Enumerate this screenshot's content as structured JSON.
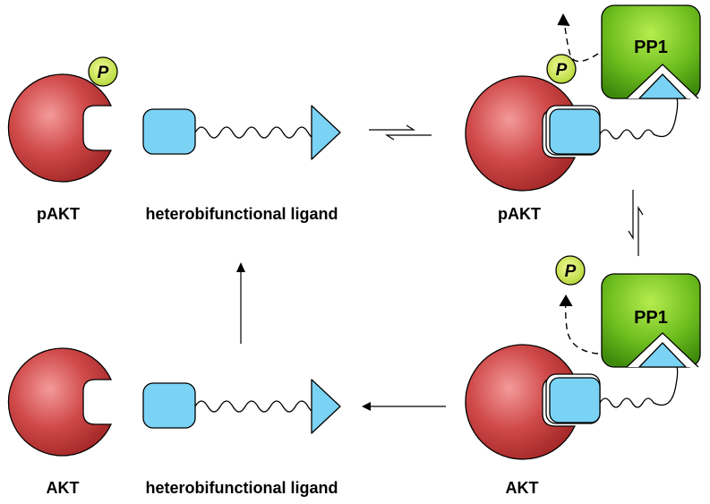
{
  "labels": {
    "pakt": "pAKT",
    "akt": "AKT",
    "ligand": "heterobifunctional ligand",
    "pp1": "PP1",
    "phosphate": "P"
  },
  "colors": {
    "akt_red": "#c43e3e",
    "ligand_blue": "#7ad3f5",
    "pp1_green": "#62b41c",
    "phosphate_yellow": "#cdea55"
  }
}
